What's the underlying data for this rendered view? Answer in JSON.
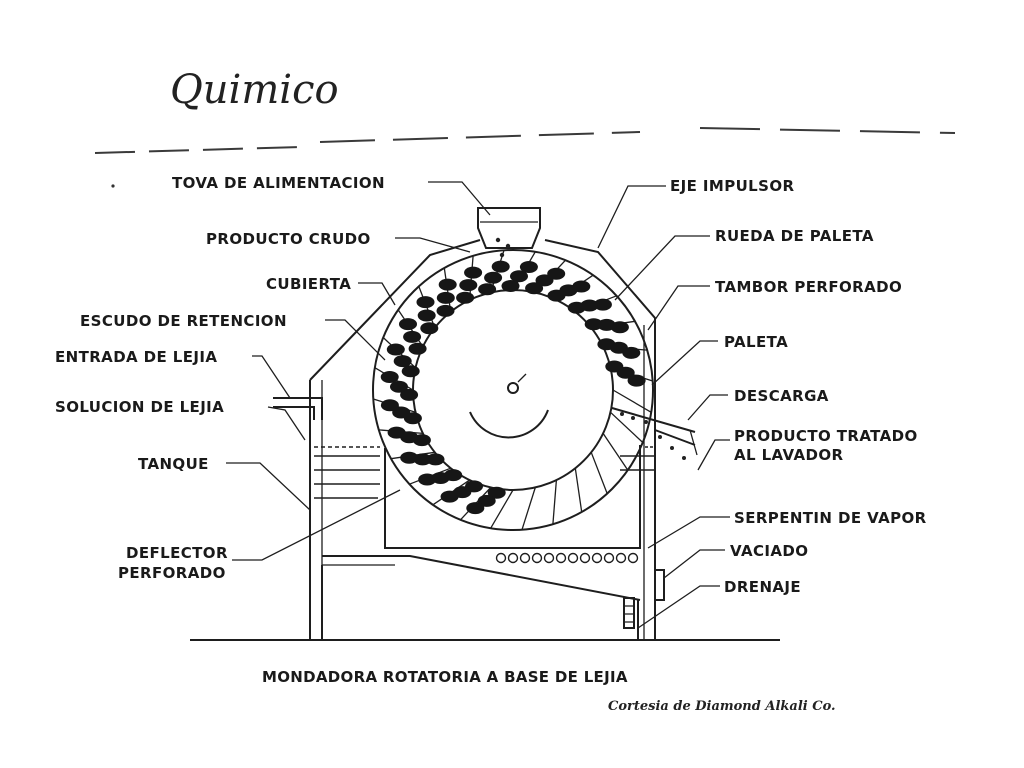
{
  "heading": "Quimico",
  "diagram": {
    "labels_left": [
      {
        "key": "tova",
        "text": "TOVA DE ALIMENTACION"
      },
      {
        "key": "producto_crudo",
        "text": "PRODUCTO CRUDO"
      },
      {
        "key": "cubierta",
        "text": "CUBIERTA"
      },
      {
        "key": "escudo",
        "text": "ESCUDO DE RETENCION"
      },
      {
        "key": "entrada",
        "text": "ENTRADA DE LEJIA"
      },
      {
        "key": "solucion",
        "text": "SOLUCION DE LEJIA"
      },
      {
        "key": "tanque",
        "text": "TANQUE"
      },
      {
        "key": "deflector_1",
        "text": "DEFLECTOR"
      },
      {
        "key": "deflector_2",
        "text": "PERFORADO"
      }
    ],
    "labels_right": [
      {
        "key": "eje",
        "text": "EJE IMPULSOR"
      },
      {
        "key": "rueda",
        "text": "RUEDA DE PALETA"
      },
      {
        "key": "tambor",
        "text": "TAMBOR PERFORADO"
      },
      {
        "key": "paleta",
        "text": "PALETA"
      },
      {
        "key": "descarga",
        "text": "DESCARGA"
      },
      {
        "key": "producto_tratado_1",
        "text": "PRODUCTO TRATADO"
      },
      {
        "key": "producto_tratado_2",
        "text": "AL LAVADOR"
      },
      {
        "key": "serpentin",
        "text": "SERPENTIN DE VAPOR"
      },
      {
        "key": "vaciado",
        "text": "VACIADO"
      },
      {
        "key": "drenaje",
        "text": "DRENAJE"
      }
    ],
    "caption": "MONDADORA ROTATORIA A BASE DE LEJIA",
    "credit": "Cortesia de Diamond Alkali Co."
  },
  "colors": {
    "ink": "#1e1e1e",
    "background": "#ffffff"
  }
}
